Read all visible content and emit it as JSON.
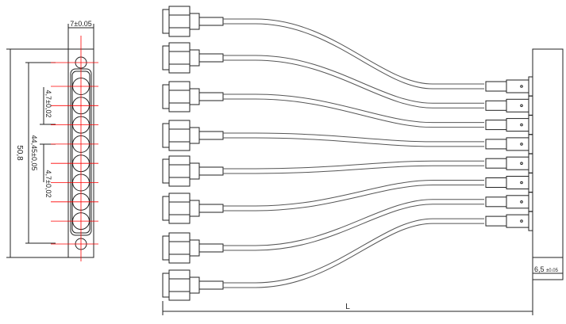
{
  "drawing": {
    "dimensions": {
      "width_top": "7±0.05",
      "overall_height": "50,8",
      "hole_span": "44,45±0,05",
      "pitch_upper": "4,7±0,02",
      "pitch_lower": "4,7±0,02",
      "plate_thickness": "6,5",
      "plate_thickness_tol": "±0.05",
      "length": "L"
    },
    "cable_count": 8,
    "colors": {
      "line": "#222222",
      "centerline": "#ff0000",
      "cable": "#888888"
    }
  }
}
